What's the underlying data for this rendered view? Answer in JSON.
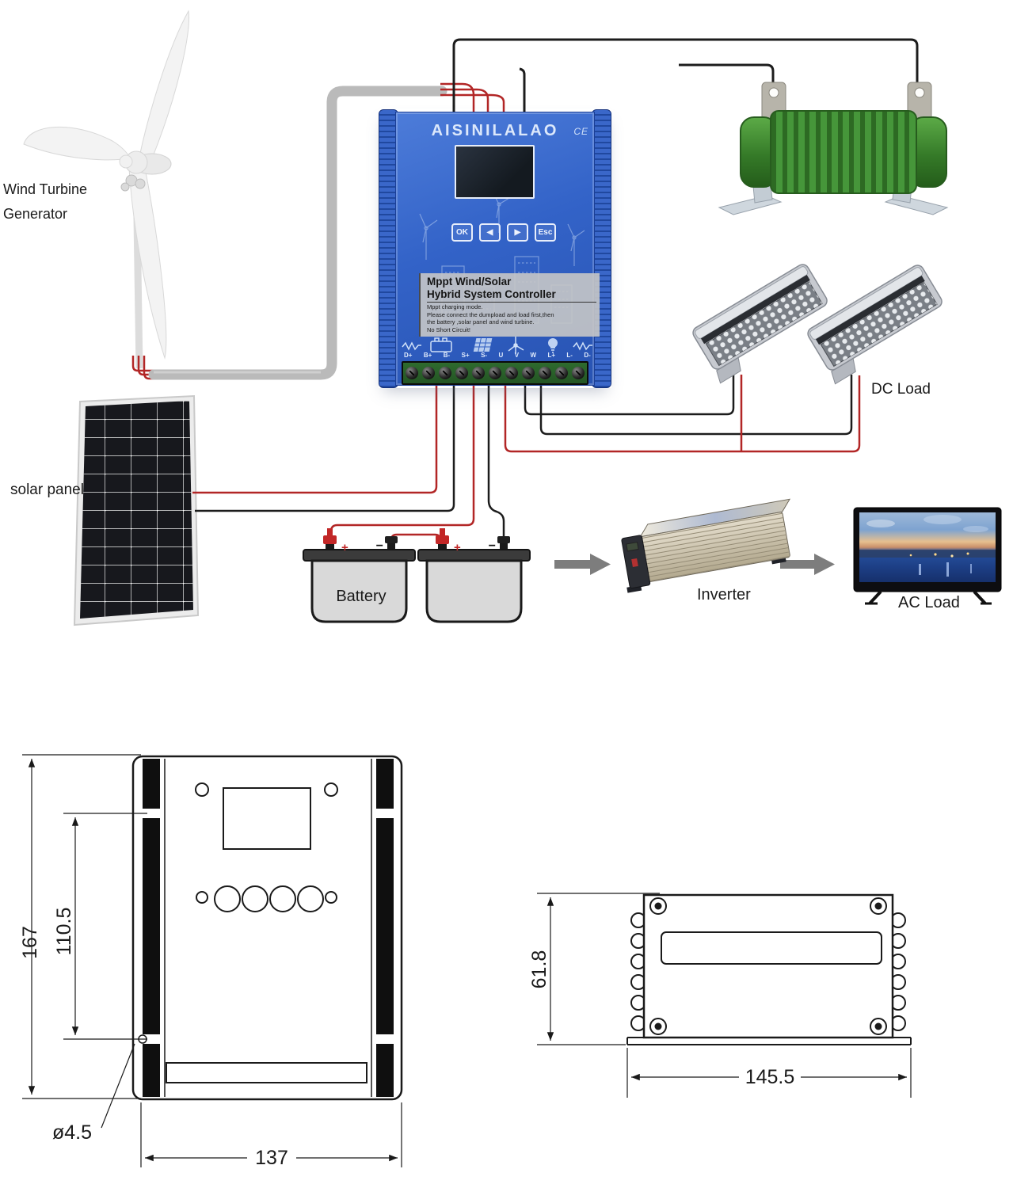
{
  "labels": {
    "wind_line1": "Wind Turbine",
    "wind_line2": "Generator",
    "solar_panel": "solar panel",
    "battery": "Battery",
    "inverter": "Inverter",
    "ac_load": "AC Load",
    "dc_load": "DC Load"
  },
  "controller": {
    "brand": "AISINILALAO",
    "ce": "CE",
    "buttons": [
      "OK",
      "◀",
      "▶",
      "Esc"
    ],
    "panel": {
      "title1": "Mppt Wind/Solar",
      "title2": "Hybrid System Controller",
      "notes": [
        "Mppt charging mode.",
        "Please connect the dumpload and load first,then",
        "the battery ,solar panel and wind turbine.",
        "No Short Circuit!"
      ]
    },
    "terminals": [
      "D+",
      "B+",
      "B-",
      "S+",
      "S-",
      "U",
      "V",
      "W",
      "L+",
      "L-",
      "D-"
    ],
    "terminal_icons": [
      "resistor-icon",
      "battery-icon",
      "solar-panel-icon",
      "wind-turbine-icon",
      "bulb-icon",
      "resistor-icon"
    ]
  },
  "battery": {
    "plus": "+",
    "minus": "−"
  },
  "dims": {
    "front_height": "167",
    "front_hole_spacing": "110.5",
    "front_hole_dia": "ø4.5",
    "front_width": "137",
    "side_height": "61.8",
    "side_width": "145.5"
  },
  "colors": {
    "controller_blue": "#3363c8",
    "wire_red": "#b22626",
    "wire_black": "#1c1c1c",
    "dump_load_green": "#3f8c30",
    "conduit_gray": "#bababa",
    "terminal_green": "#2e6b2e",
    "drawing_line": "#1a1a1a"
  }
}
